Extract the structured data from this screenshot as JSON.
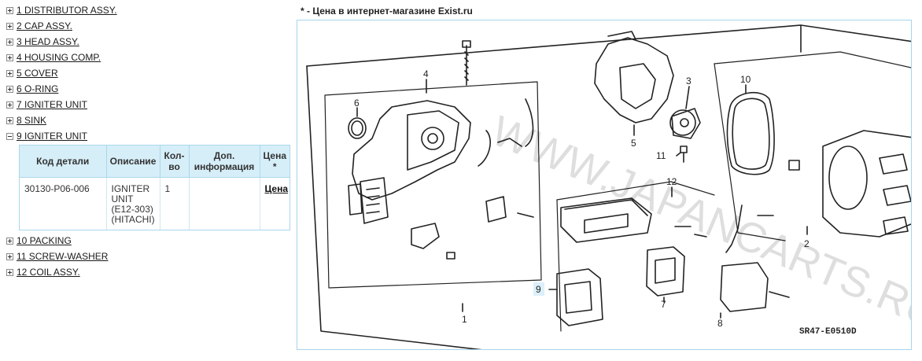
{
  "tree": {
    "items_before": [
      {
        "label": "1 DISTRIBUTOR ASSY."
      },
      {
        "label": "2 CAP ASSY."
      },
      {
        "label": "3 HEAD ASSY."
      },
      {
        "label": "4 HOUSING COMP."
      },
      {
        "label": "5 COVER"
      },
      {
        "label": "6 O-RING"
      },
      {
        "label": "7 IGNITER UNIT"
      },
      {
        "label": "8 SINK"
      },
      {
        "label": "9 IGNITER UNIT"
      }
    ],
    "items_after": [
      {
        "label": "10 PACKING"
      },
      {
        "label": "11 SCREW-WASHER"
      },
      {
        "label": "12 COIL ASSY."
      }
    ]
  },
  "detail": {
    "headers": {
      "part_code": "Код детали",
      "description": "Описание",
      "qty": "Кол-во",
      "extra": "Доп. информация",
      "price": "Цена *"
    },
    "row": {
      "part_code": "30130-P06-006",
      "description": "IGNITER UNIT (E12-303) (HITACHI)",
      "qty": "1",
      "extra": "",
      "price_link": "Цена"
    }
  },
  "note": "* - Цена в интернет-магазине Exist.ru",
  "diagram": {
    "callouts": [
      "1",
      "2",
      "3",
      "4",
      "5",
      "6",
      "7",
      "8",
      "9",
      "10",
      "11",
      "12"
    ],
    "watermark": "WWW.JAPANCARTS.RU",
    "code": "SR47-E0510D"
  }
}
